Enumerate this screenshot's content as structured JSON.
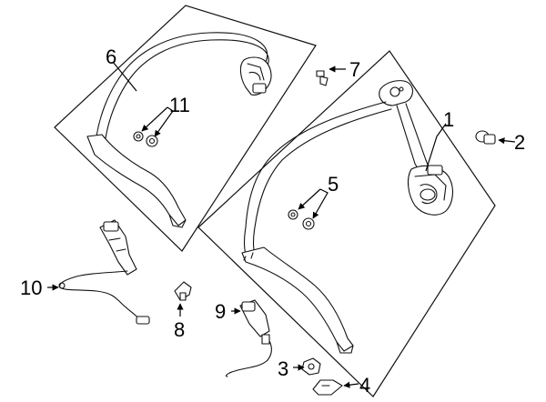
{
  "diagram": {
    "callouts": [
      {
        "id": "c1",
        "text": "1"
      },
      {
        "id": "c2",
        "text": "2"
      },
      {
        "id": "c3",
        "text": "3"
      },
      {
        "id": "c4",
        "text": "4"
      },
      {
        "id": "c5",
        "text": "5"
      },
      {
        "id": "c6",
        "text": "6"
      },
      {
        "id": "c7",
        "text": "7"
      },
      {
        "id": "c8",
        "text": "8"
      },
      {
        "id": "c9",
        "text": "9"
      },
      {
        "id": "c10",
        "text": "10"
      },
      {
        "id": "c11",
        "text": "11"
      }
    ],
    "line_color": "#111111",
    "background": "#ffffff"
  }
}
